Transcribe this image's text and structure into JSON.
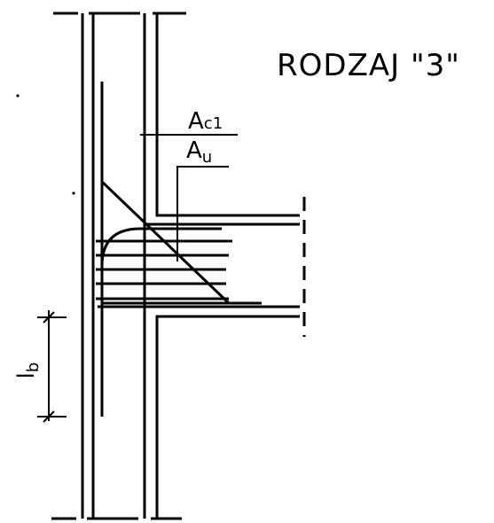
{
  "title": "RODZAJ \"3\"",
  "labels": {
    "ac1_main": "A",
    "ac1_sub": "c1",
    "au_main": "A",
    "au_sub": "u",
    "lb_main": "l",
    "lb_sub": "b"
  },
  "colors": {
    "line": "#000000",
    "background": "#ffffff"
  }
}
